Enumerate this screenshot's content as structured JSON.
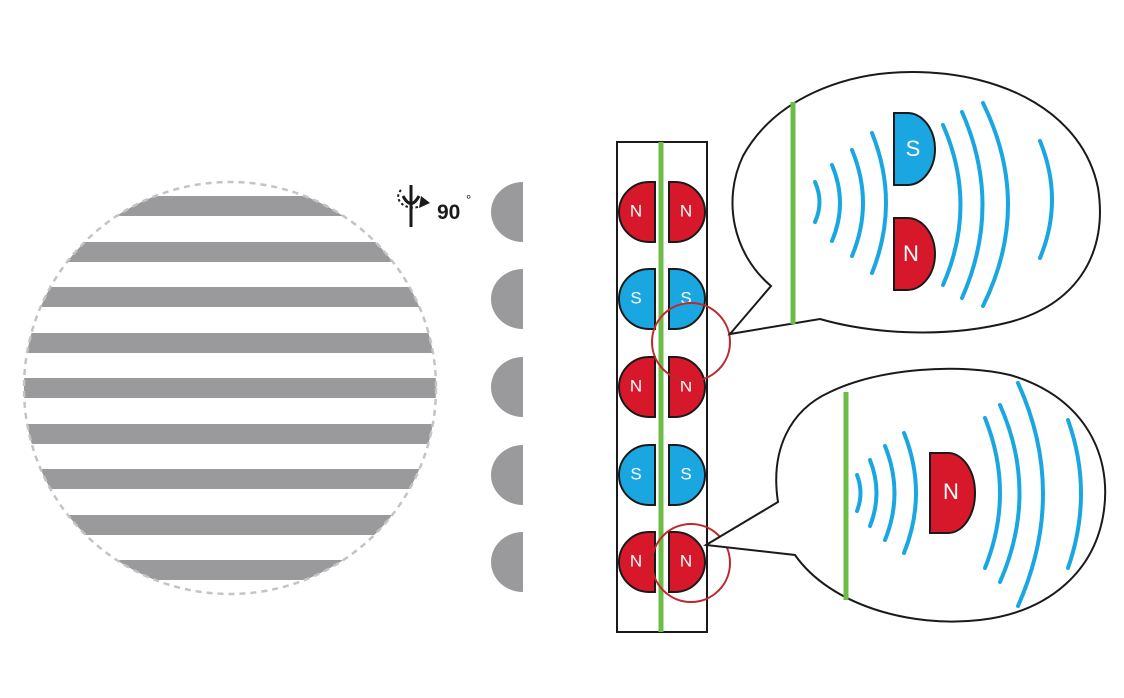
{
  "colors": {
    "north": "#d7182a",
    "south": "#1aa7e1",
    "stripe": "#9a9a9c",
    "divider": "#6cbd45",
    "highlight": "#c0272d",
    "field_line": "#1aa7e1",
    "outline": "#1a1a1a"
  },
  "rotation": {
    "value": "90",
    "unit": "°",
    "icon": "rotate-axis-icon"
  },
  "magnet_column": {
    "left_poles": [
      "N",
      "S",
      "N",
      "S",
      "N"
    ],
    "right_poles": [
      "N",
      "S",
      "N",
      "S",
      "N"
    ]
  },
  "callout_top": {
    "poles": [
      "S",
      "N"
    ]
  },
  "callout_bottom": {
    "poles": [
      "N"
    ]
  }
}
